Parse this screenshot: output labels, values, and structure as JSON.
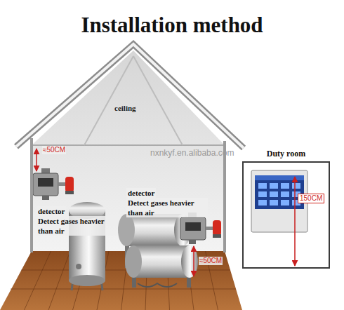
{
  "diagram": {
    "title": "Installation method",
    "nodes": [
      {
        "text": [
          "ceiling"
        ]
      },
      {
        "text": [
          "Duty room"
        ]
      }
    ],
    "labels": [
      "≈50CM",
      "nxnkyf.en.alibaba.com",
      "detector",
      "Detect gases heavier than air",
      "detector",
      "Detect gases heavier than air",
      "≈50CM",
      "150CM"
    ]
  }
}
